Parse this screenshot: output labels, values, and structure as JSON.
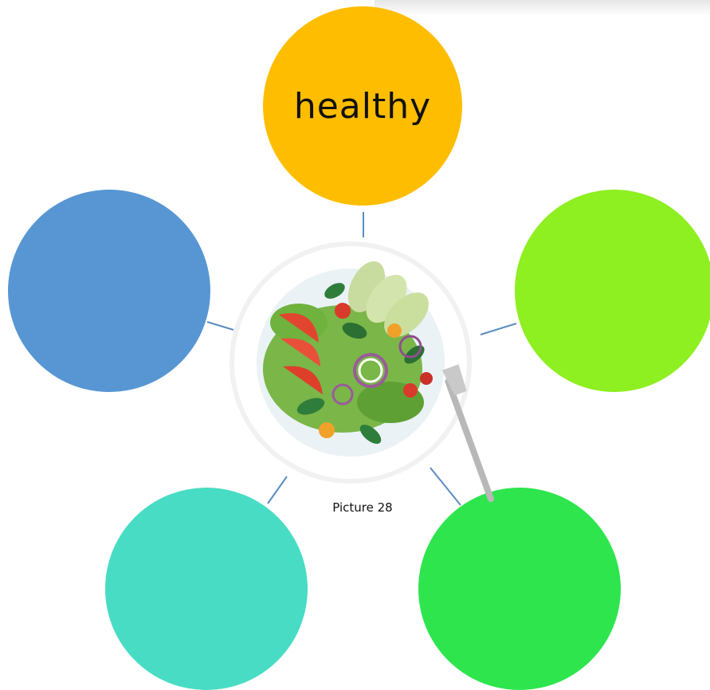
{
  "diagram": {
    "center": {
      "image_icon": "salad-plate-icon",
      "caption": "Picture 28"
    },
    "bubbles": [
      {
        "id": "top",
        "label": "healthy",
        "color": "#FFBD00"
      },
      {
        "id": "left",
        "label": "",
        "color": "#5796D3"
      },
      {
        "id": "right",
        "label": "",
        "color": "#8EEF21"
      },
      {
        "id": "bottom-left",
        "label": "",
        "color": "#48DCC4"
      },
      {
        "id": "bottom-right",
        "label": "",
        "color": "#2EE54E"
      }
    ],
    "connector_color": "#5A8CC0"
  }
}
